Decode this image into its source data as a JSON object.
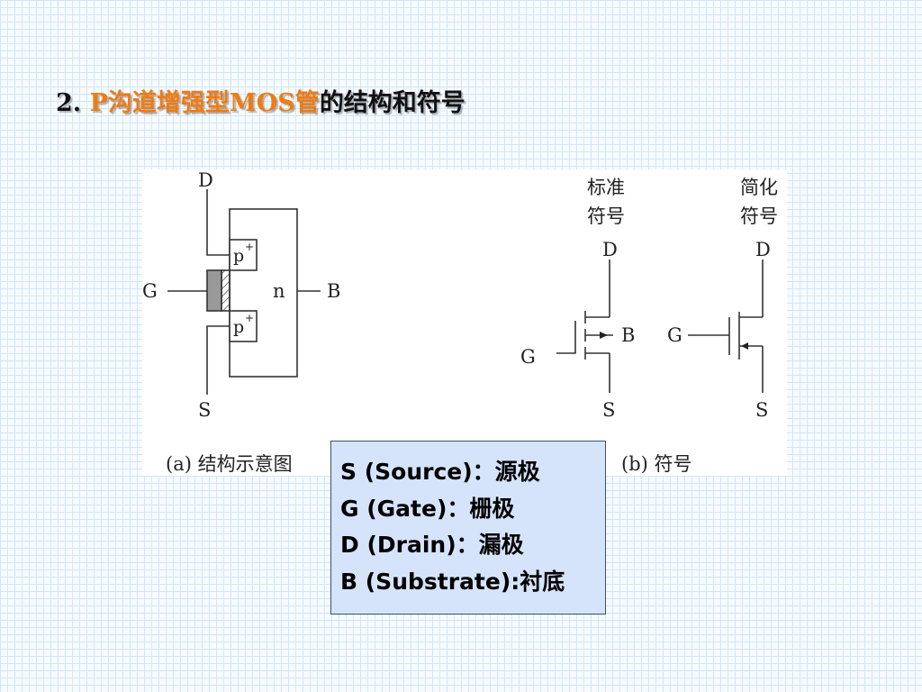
{
  "title": {
    "number": "2. ",
    "accent": "P沟道增强型MOS管",
    "rest": "的结构和符号"
  },
  "colors": {
    "accent": "#f07b12",
    "legend_bg": "#d5e4fb",
    "grid": "#d2e6f7"
  },
  "diagram": {
    "structure": {
      "label_d": "D",
      "label_g": "G",
      "label_s": "S",
      "label_b": "B",
      "label_p_top": "p",
      "label_p_bottom": "p",
      "sup": "+",
      "label_n": "n",
      "caption": "(a) 结构示意图"
    },
    "standard": {
      "title_l1": "标准",
      "title_l2": "符号",
      "label_d": "D",
      "label_g": "G",
      "label_s": "S",
      "label_b": "B"
    },
    "simplified": {
      "title_l1": "简化",
      "title_l2": "符号",
      "label_d": "D",
      "label_g": "G",
      "label_s": "S"
    },
    "symbol_caption": "(b) 符号"
  },
  "legend": [
    {
      "term": "S (Source)：",
      "meaning": "源极"
    },
    {
      "term": "G (Gate)：",
      "meaning": "栅极"
    },
    {
      "term": "D (Drain)：",
      "meaning": "漏极"
    },
    {
      "term": "B (Substrate):",
      "meaning": "衬底"
    }
  ]
}
